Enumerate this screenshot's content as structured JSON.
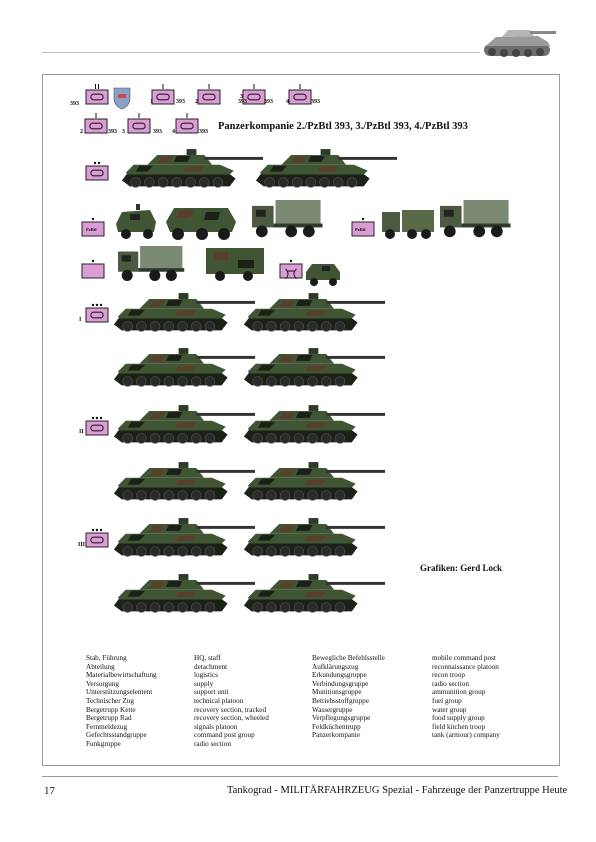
{
  "title": "Panzerkompanie 2./PzBtl 393, 3./PzBtl 393, 4./PzBtl 393",
  "credit": "Grafiken: Gerd Lock",
  "unit_number": "393",
  "unit_code": "PzBtl",
  "platoon_numbers": [
    "1",
    "2",
    "3",
    "4"
  ],
  "platoon_roman": [
    "I",
    "II",
    "III"
  ],
  "legend": {
    "col1": [
      "Stab, Führung",
      "Abteilung",
      "Materialbewirtschaftung",
      "Versorgung",
      "Unterstützungselement",
      "Technischer Zug",
      "Bergetrupp Kette",
      "Bergetrupp Rad",
      "Fernmeldezug",
      "Gefechtsstandgruppe",
      "Funkgruppe"
    ],
    "col2": [
      "HQ, staff",
      "detachment",
      "logistics",
      "supply",
      "support unit",
      "technical platoon",
      "recovery section, tracked",
      "recovery section, wheeled",
      "signals platoon",
      "command post group",
      "radio section"
    ],
    "col3": [
      "Bewegliche Befehlsstelle",
      "Aufklärungszug",
      "Erkundungsgruppe",
      "Verbindungsgruppe",
      "Munitionsgruppe",
      "Betriebsstoffgruppe",
      "Wassergruppe",
      "Verpflegungsgruppe",
      "Feldküchentrupp",
      "Panzerkompanie"
    ],
    "col4": [
      "mobile command post",
      "reconnaissance platoon",
      "recon troop",
      "radio section",
      "ammunition group",
      "fuel group",
      "water group",
      "food supply group",
      "field kitchen troop",
      "tank (armour) company"
    ]
  },
  "footer": {
    "page_number": "17",
    "text": "Tankograd - MILITÄRFAHRZEUG Spezial - Fahrzeuge der Panzertruppe  Heute"
  },
  "colors": {
    "symbol_fill": "#dc9cd6",
    "camo_green": "#3f5534",
    "camo_dark": "#1c2118",
    "camo_brown": "#5a3e2a",
    "truck_green": "#4b5a40",
    "tarp": "#7c8a73",
    "frame": "#9a9a9a"
  },
  "icons": [
    "tank-side-icon",
    "unit-symbol-icon",
    "coat-of-arms-icon",
    "truck-icon",
    "wheeled-apc-icon"
  ]
}
